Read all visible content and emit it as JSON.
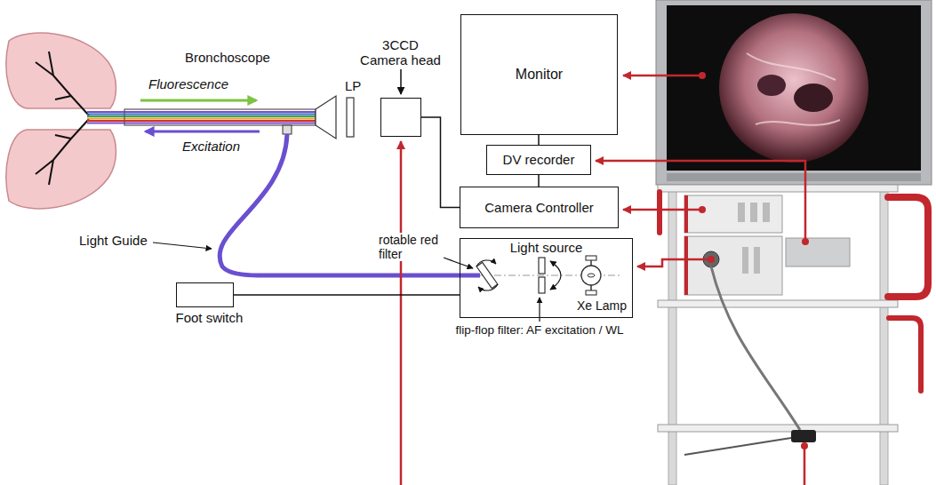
{
  "diagram": {
    "nodes": [
      {
        "text": [
          "Monitor"
        ]
      },
      {
        "text": [
          "DV recorder"
        ]
      },
      {
        "text": [
          "Camera Controller"
        ]
      },
      {
        "text": [
          "3CCD Camera head"
        ]
      },
      {
        "text": [
          "Light source"
        ]
      },
      {
        "text": [
          "Foot switch"
        ]
      }
    ],
    "edges": [
      {
        "from": 0,
        "to": 1,
        "arrow": "none"
      },
      {
        "from": 1,
        "to": 2,
        "arrow": "none"
      },
      {
        "from": 3,
        "to": 2,
        "arrow": "none"
      },
      {
        "from": 5,
        "to": 4,
        "arrow": "none"
      }
    ],
    "labels": [
      "Bronchoscope",
      "Fluorescence",
      "Excitation",
      "LP",
      "Light Guide",
      "rotable red filter",
      "flip-flop filter: AF excitation / WL",
      "Xe Lamp"
    ]
  }
}
